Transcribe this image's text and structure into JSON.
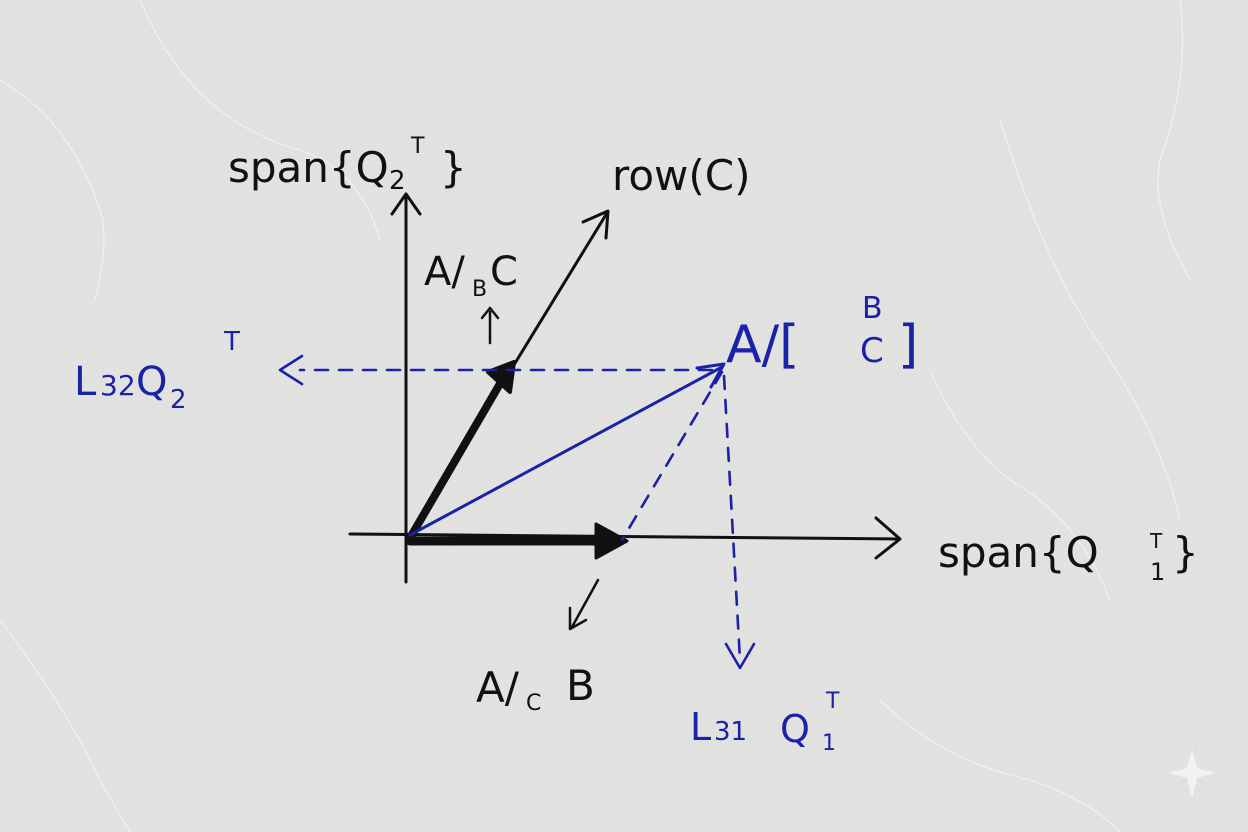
{
  "colors": {
    "paper": "#e2e2e0",
    "ink": "#111111",
    "blue_ink": "#1a22a8"
  },
  "labels": {
    "span_q2": {
      "main": "span{Q",
      "sub": "2",
      "sup": "T",
      "close": "}"
    },
    "span_q1": {
      "main": "span{Q",
      "sub": "1",
      "sup": "T",
      "close": "}"
    },
    "row_c": "row(C)",
    "a_b_c": {
      "a": "A/",
      "sub": "B",
      "c": "C"
    },
    "a_c_b": {
      "a": "A/",
      "sub": "C",
      "b": "B"
    },
    "a_bc": {
      "a": "A/[",
      "top": "B",
      "bottom": "C",
      "close": "]"
    },
    "l32_q2": {
      "main": "L",
      "idx": "32",
      "q": "Q",
      "sub": "2",
      "sup": "T"
    },
    "l31_q1": {
      "main": "L",
      "idx": "31",
      "q": "Q",
      "sub": "1",
      "sup": "T"
    }
  }
}
